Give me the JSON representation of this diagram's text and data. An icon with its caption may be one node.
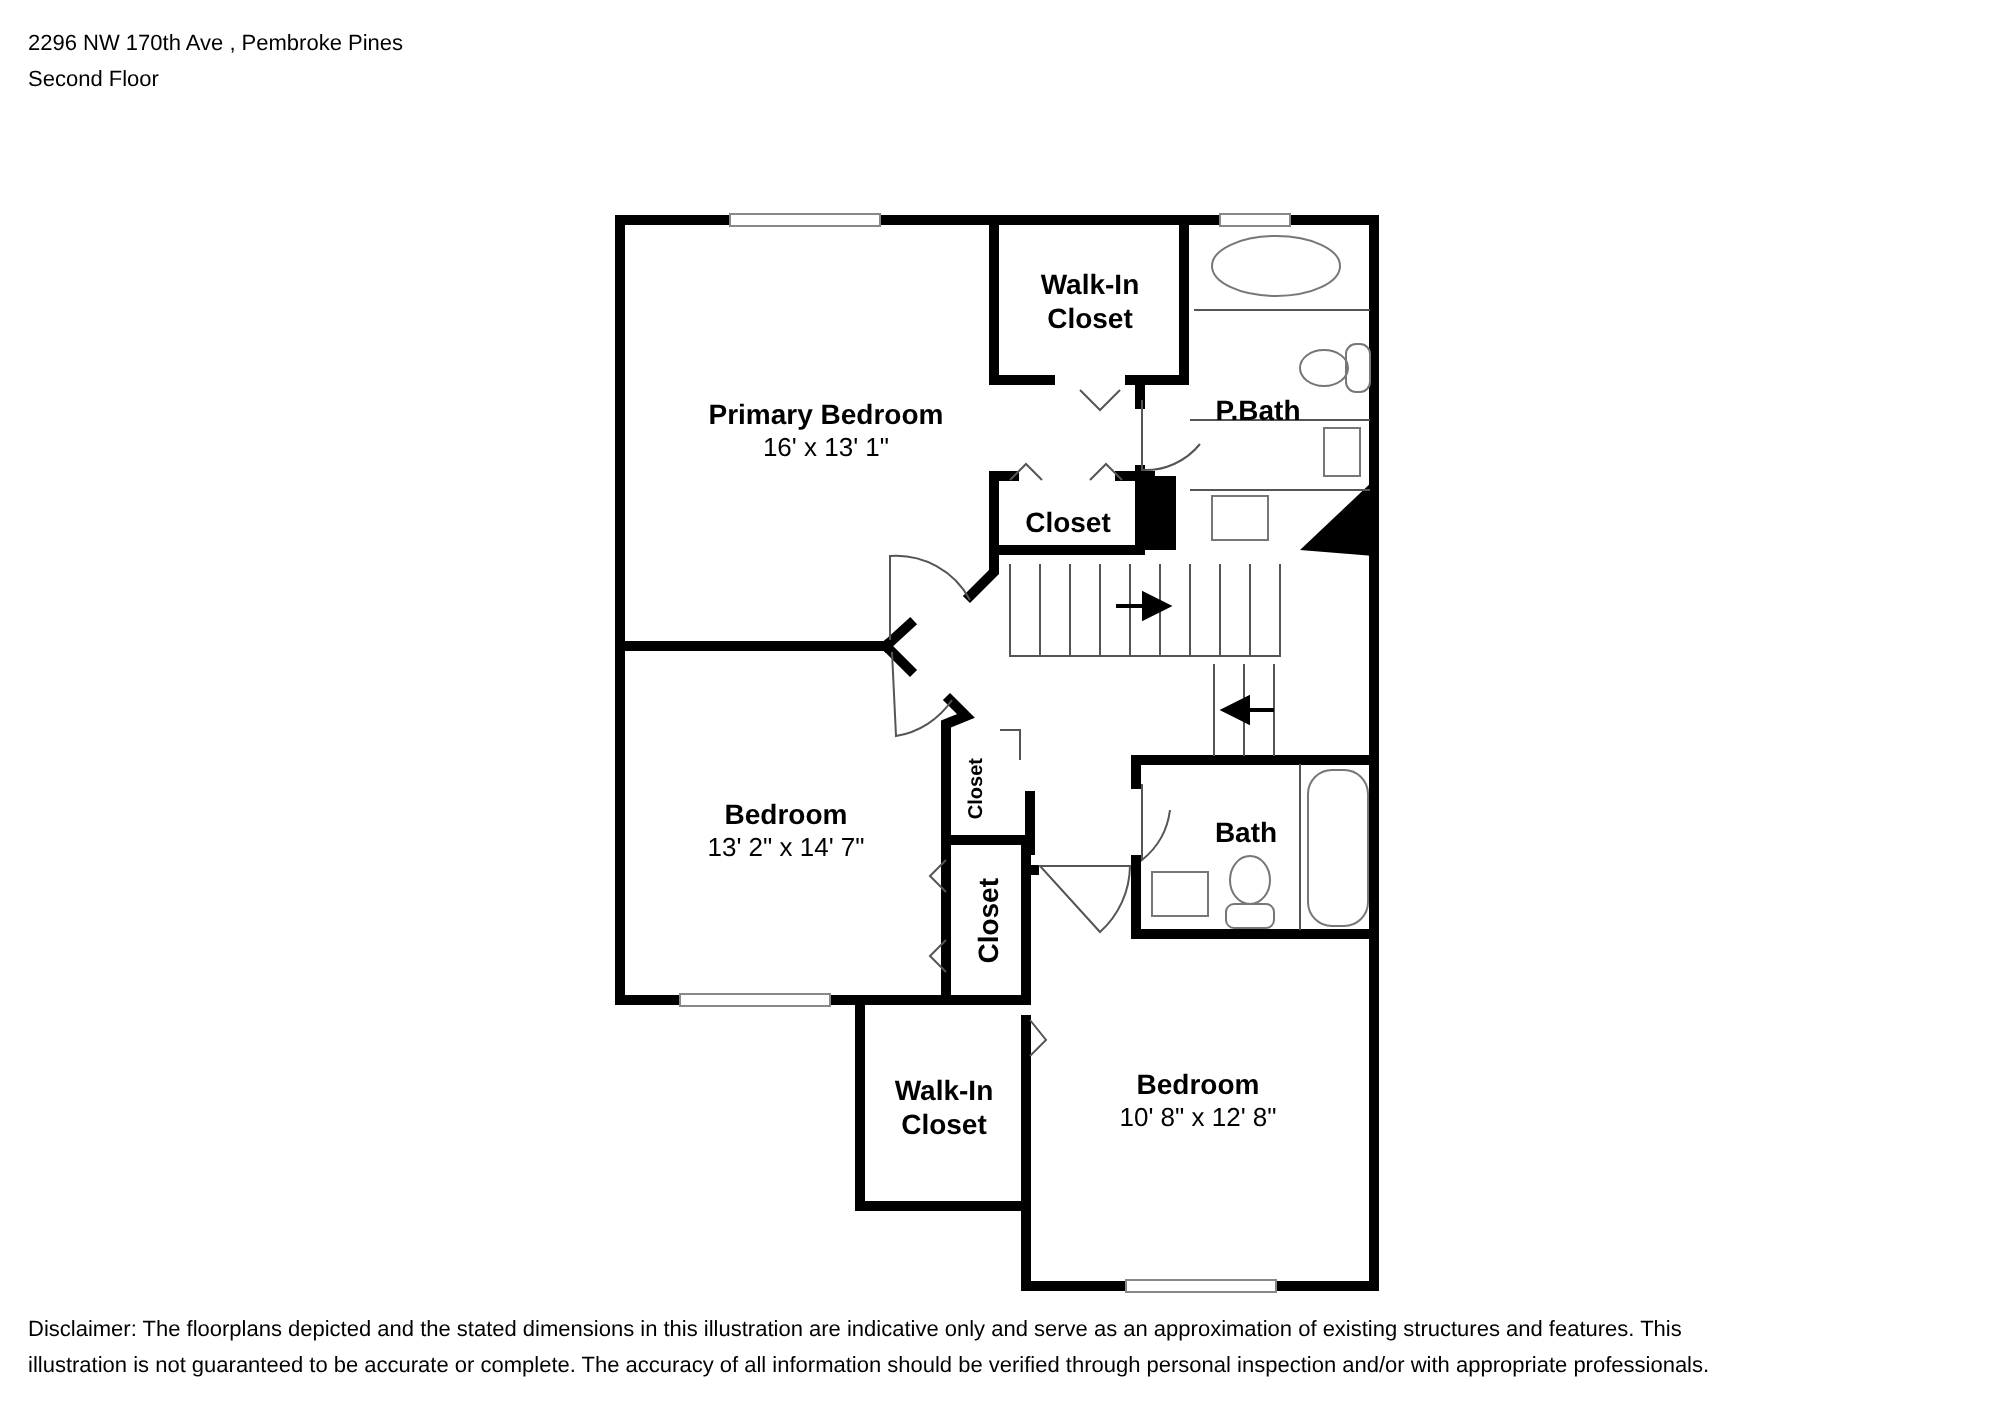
{
  "diagram": {
    "title": "2296 NW 170th Ave , Pembroke Pines",
    "caption": "Disclaimer: The floorplans depicted and the stated dimensions in this illustration are indicative only and serve as an approximation of existing structures and features. This illustration is not guaranteed to be accurate or complete. The accuracy of all information should be verified through personal inspection and/or with appropriate professionals.",
    "nodes": [
      {
        "text": [
          "Primary Bedroom",
          "16' x 13' 1\""
        ]
      },
      {
        "text": [
          "Walk-In Closet"
        ]
      },
      {
        "text": [
          "P.Bath"
        ]
      },
      {
        "text": [
          "Closet"
        ]
      },
      {
        "text": [
          "Closet"
        ]
      },
      {
        "text": [
          "Bedroom",
          "13' 2\" x 14' 7\""
        ]
      },
      {
        "text": [
          "Closet"
        ]
      },
      {
        "text": [
          "Bath"
        ]
      },
      {
        "text": [
          "Walk-In Closet"
        ]
      },
      {
        "text": [
          "Bedroom",
          "10' 8\" x 12' 8\""
        ]
      }
    ],
    "labels": [
      "Second Floor"
    ]
  }
}
